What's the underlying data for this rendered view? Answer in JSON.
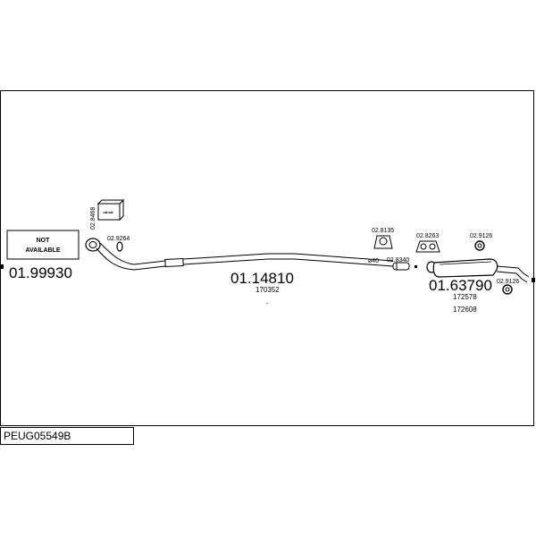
{
  "diagram": {
    "catalog_code": "PEUG05549B",
    "not_available": {
      "line1": "NOT",
      "line2": "AVAILABLE",
      "part_number": "01.99930"
    },
    "front_pipe": {
      "part_number": "01.14810",
      "oem": "170352",
      "diameter_label": "ø40"
    },
    "rear_silencer": {
      "part_number": "01.63790",
      "oem_1": "172578",
      "oem_2": "172608"
    },
    "accessories": {
      "mounting_kit": "02.8468",
      "gasket": "02.9264",
      "hanger_front": "02.8135",
      "clamp": "02.8340",
      "hanger_mid": "02.8263",
      "rubber_ring_top": "02.9126",
      "rubber_ring_bottom": "02.9126"
    },
    "dash_mark": "-"
  }
}
